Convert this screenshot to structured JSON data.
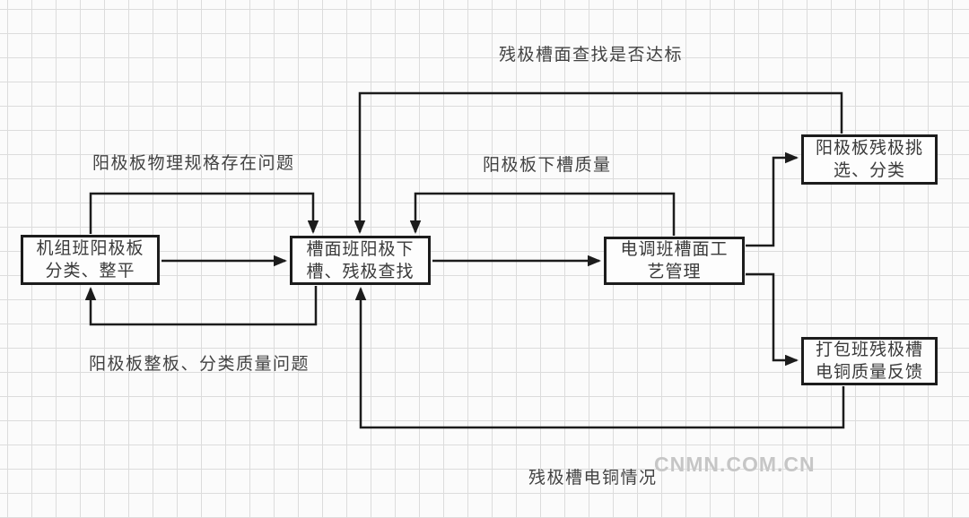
{
  "diagram": {
    "nodes": {
      "unit_team": {
        "label": "机组班阳极板\n分类、整平"
      },
      "slot_team": {
        "label": "槽面班阳极下\n槽、残极查找"
      },
      "electro_team": {
        "label": "电调班槽面工\n艺管理"
      },
      "sorting_team": {
        "label": "阳极板残极挑\n选、分类"
      },
      "packing_team": {
        "label": "打包班残极槽\n电铜质量反馈"
      }
    },
    "edge_labels": {
      "top_feedback": "残极槽面查找是否达标",
      "physical_spec_issue": "阳极板物理规格存在问题",
      "slot_quality": "阳极板下槽质量",
      "classification_issue": "阳极板整板、分类质量问题",
      "bottom_feedback": "残极槽电铜情况"
    },
    "watermark": "CNMN.COM.CN",
    "colors": {
      "line": "#1c1c1c",
      "text": "#3a3a3a",
      "grid": "#dcdcdc",
      "background": "#fbfbfb",
      "box_fill": "#fdfdfd",
      "watermark": "#c6c6c6"
    }
  }
}
